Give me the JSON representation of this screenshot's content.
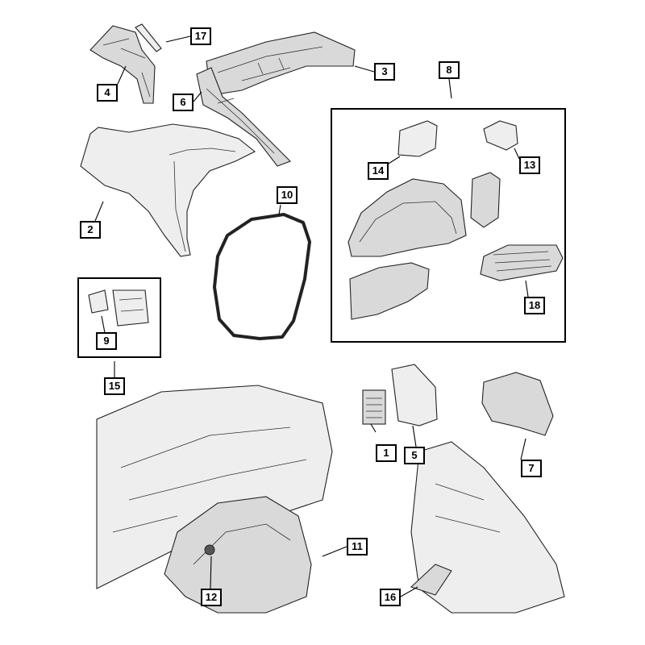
{
  "diagram": {
    "callouts": [
      {
        "label": "1"
      },
      {
        "label": "2"
      },
      {
        "label": "3"
      },
      {
        "label": "4"
      },
      {
        "label": "5"
      },
      {
        "label": "6"
      },
      {
        "label": "7"
      },
      {
        "label": "8"
      },
      {
        "label": "9"
      },
      {
        "label": "10"
      },
      {
        "label": "11"
      },
      {
        "label": "12"
      },
      {
        "label": "13"
      },
      {
        "label": "14"
      },
      {
        "label": "15"
      },
      {
        "label": "16"
      },
      {
        "label": "17"
      },
      {
        "label": "18"
      }
    ],
    "groups": [
      {
        "label": "8",
        "members": [
          "13",
          "14",
          "18"
        ]
      },
      {
        "label": "15",
        "members": [
          "9"
        ]
      }
    ]
  }
}
